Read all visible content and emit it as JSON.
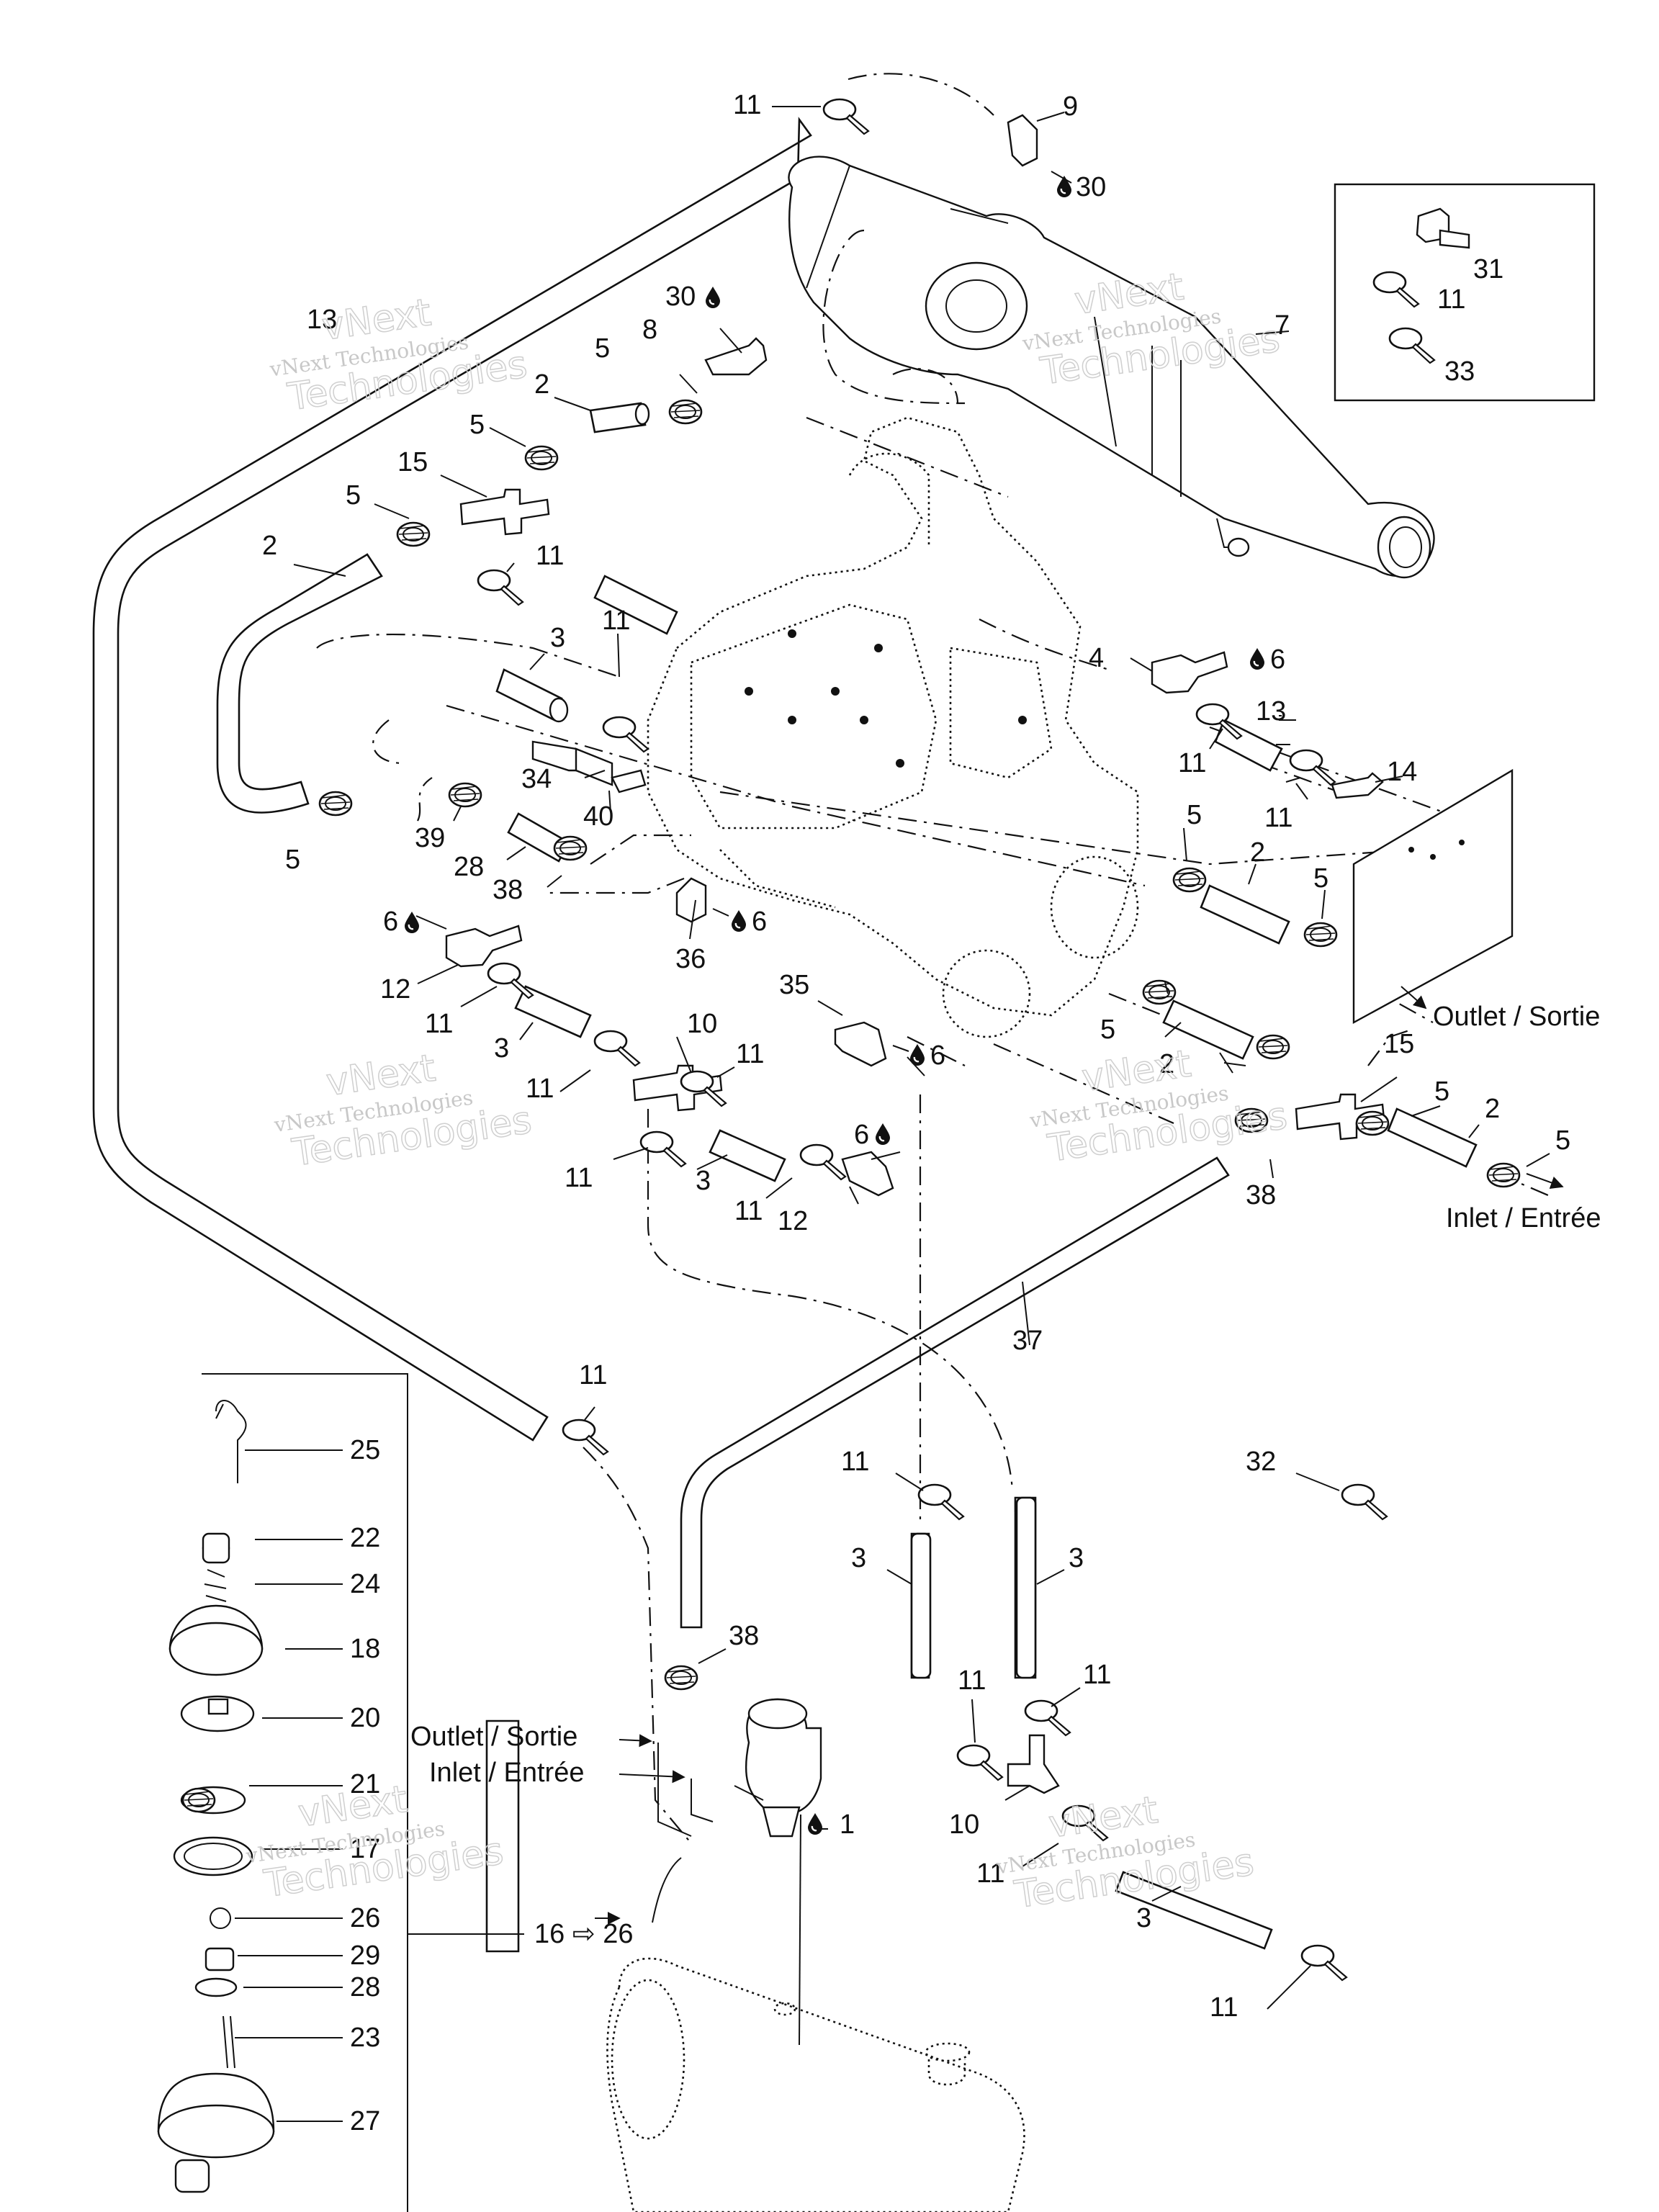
{
  "labels": {
    "l11_top": "11",
    "l9": "9",
    "l30_top": "30",
    "l13_top": "13",
    "l30_mid": "30",
    "l8": "8",
    "l5_a": "5",
    "l2_a": "2",
    "l5_b": "5",
    "l15_a": "15",
    "l5_c": "5",
    "l2_b": "2",
    "l11_a": "11",
    "l3_a": "3",
    "l11_b": "11",
    "l7": "7",
    "l31": "31",
    "l11_box": "11",
    "l33": "33",
    "l4": "4",
    "l6_a": "6",
    "l13_b": "13",
    "l11_c": "11",
    "l14": "14",
    "l11_d": "11",
    "l34": "34",
    "l40": "40",
    "l5_d": "5",
    "l39": "39",
    "l28_a": "28",
    "l38_a": "38",
    "l6_b": "6",
    "l36": "36",
    "l6_c": "6",
    "l12_a": "12",
    "l11_e": "11",
    "l3_b": "3",
    "l11_f": "11",
    "l10_a": "10",
    "l11_g": "11",
    "l35": "35",
    "l6_d": "6",
    "l5_e": "5",
    "l2_c": "2",
    "l5_f": "5",
    "l5_g": "5",
    "l2_d": "2",
    "l15_b": "15",
    "l5_h": "5",
    "l2_e": "2",
    "l5_i": "5",
    "l38_b": "38",
    "l11_h": "11",
    "l3_c": "3",
    "l11_i": "11",
    "l6_e": "6",
    "l12_b": "12",
    "l37": "37",
    "l11_j": "11",
    "l25": "25",
    "l22": "22",
    "l24": "24",
    "l18": "18",
    "l20": "20",
    "l21": "21",
    "l17": "17",
    "l26": "26",
    "l29": "29",
    "l28_b": "28",
    "l23": "23",
    "l27": "27",
    "l32": "32",
    "l11_k": "11",
    "l3_d": "3",
    "l3_e": "3",
    "l11_l": "11",
    "l11_m": "11",
    "l38_c": "38",
    "l10_b": "10",
    "l11_n": "11",
    "l1": "1",
    "l16_26": "16 ⇨ 26",
    "l3_f": "3",
    "l11_o": "11"
  },
  "flow": {
    "outlet_right": "Outlet / Sortie",
    "inlet_right": "Inlet / Entrée",
    "outlet_left": "Outlet / Sortie",
    "inlet_left": "Inlet / Entrée"
  },
  "watermark": {
    "line1": "vNext Technologies",
    "line2": "Technologies",
    "overlay": "vNext"
  },
  "colors": {
    "ink": "#111111",
    "watermark": "#c8c8c8",
    "background": "#ffffff"
  },
  "icons": {
    "sealant_drop": "drop-icon",
    "flow_arrow": "arrow-right-icon"
  }
}
